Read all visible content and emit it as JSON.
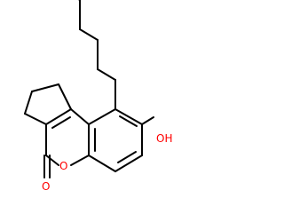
{
  "molecule": {
    "atoms": {
      "hydroxyl_label": "OH",
      "ring_oxygen_label": "O",
      "carbonyl_oxygen_label": "O"
    },
    "colors": {
      "bond": "#000000",
      "heteroatom": "#ff0000",
      "background": "#ffffff"
    }
  }
}
